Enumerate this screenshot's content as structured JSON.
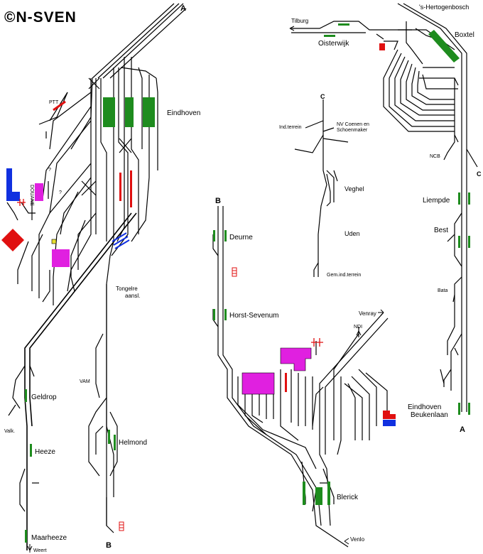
{
  "logo": {
    "text": "©N-SVEN"
  },
  "section_letters": {
    "a": "A",
    "b": "B",
    "c": "C"
  },
  "stations": {
    "eindhoven": "Eindhoven",
    "tongelre": "Tongelre",
    "tongelre_2": "aansl.",
    "geldrop": "Geldrop",
    "heeze": "Heeze",
    "maarheeze": "Maarheeze",
    "helmond": "Helmond",
    "deurne": "Deurne",
    "horst": "Horst-Sevenum",
    "blerick": "Blerick",
    "venlo": "Venlo",
    "venray": "Venray",
    "oisterwijk": "Oisterwijk",
    "tilburg": "Tilburg",
    "boxtel": "Boxtel",
    "hertogenbosch": "'s-Hertogenbosch",
    "liempde": "Liempde",
    "best": "Best",
    "beukenlaan_1": "Eindhoven",
    "beukenlaan_2": "Beukenlaan",
    "veghel": "Veghel",
    "uden": "Uden"
  },
  "small_labels": {
    "ptt": "PTT",
    "douane": "DOUANE",
    "q1": "?",
    "q2": "?",
    "vam": "VAM",
    "valk": "Valk.",
    "weert": "Weert",
    "ndi": "NDI",
    "ncb": "NCB",
    "bata": "Bata",
    "ind_terrein": "Ind.terrein",
    "coenen_1": "NV Coenen en",
    "coenen_2": "Schoenmaker",
    "gem_ind": "Gem.ind.terrein"
  },
  "colors": {
    "track": "#000000",
    "platform": "#1e8c1e",
    "signal_red": "#e01010",
    "industry_magenta": "#e020e0",
    "industry_blue": "#1030e0",
    "industry_red": "#e01010",
    "yellow": "#e8e030",
    "logo_blue": "#1030e0"
  }
}
